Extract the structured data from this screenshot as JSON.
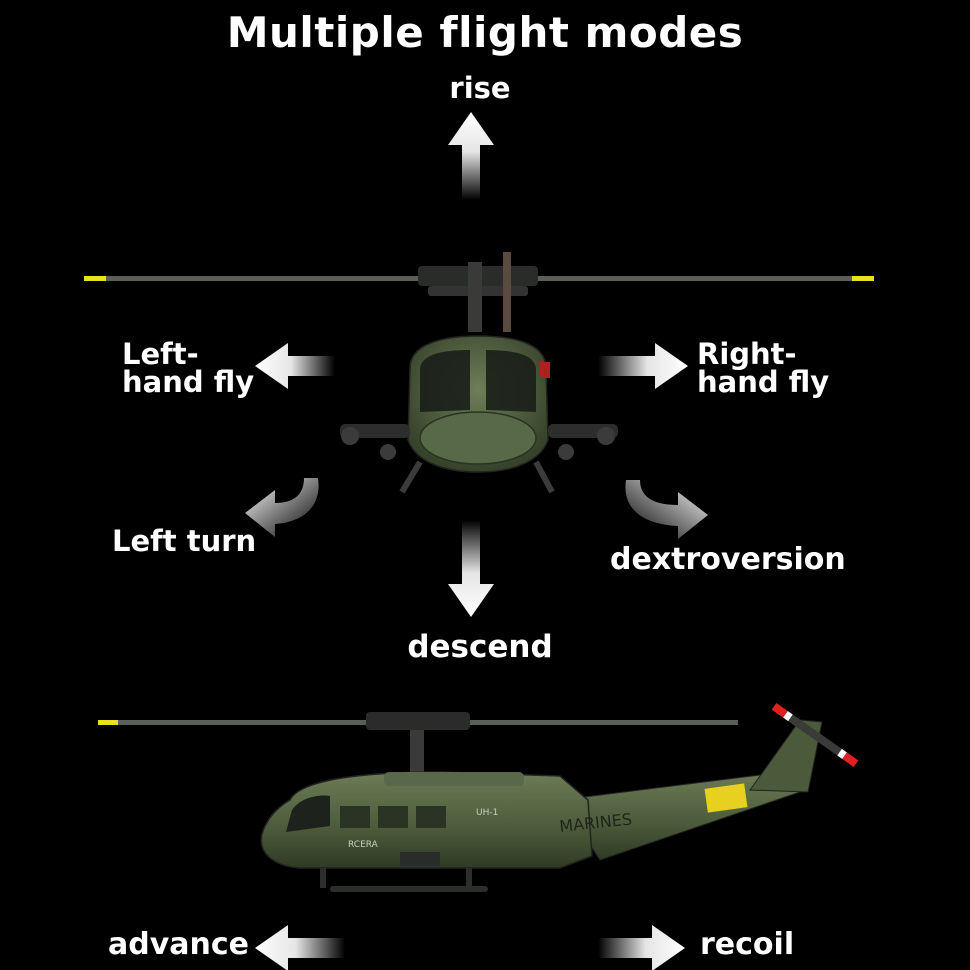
{
  "title": "Multiple flight modes",
  "modes": {
    "rise": "rise",
    "left_hand_fly": "Left-\nhand fly",
    "right_hand_fly": "Right-\nhand fly",
    "left_turn": "Left turn",
    "dextroversion": "dextroversion",
    "descend": "descend",
    "advance": "advance",
    "recoil": "recoil"
  },
  "helicopter_side": {
    "marking_brand": "RCERA",
    "marking_model": "UH-1",
    "marking_branch": "MARINES"
  },
  "colors": {
    "background": "#000000",
    "text": "#ffffff",
    "fuselage": "#4b5a3a",
    "blade_tip": "#e8e020",
    "tail_stripe": "#e02020",
    "warning_panel": "#e8d020"
  }
}
